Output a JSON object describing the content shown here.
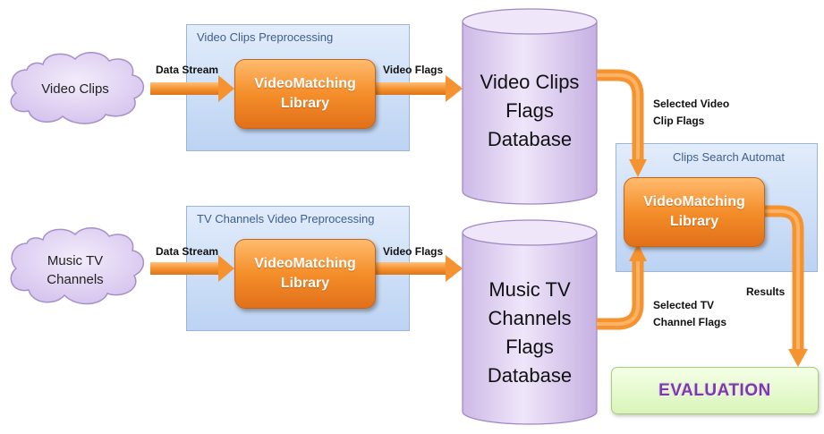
{
  "groups": {
    "video_clips_preprocessing": "Video Clips Preprocessing",
    "tv_channels_preprocessing": "TV Channels Video Preprocessing",
    "clips_search_automat": "Clips Search Automat"
  },
  "sources": {
    "video_clips": "Video Clips",
    "music_tv_channels": "Music TV\nChannels"
  },
  "libraries": {
    "top": "VideoMatching\nLibrary",
    "bottom": "VideoMatching\nLibrary",
    "search": "VideoMatching\nLibrary"
  },
  "databases": {
    "video_clips_flags": "Video Clips\nFlags\nDatabase",
    "music_tv_flags": "Music TV\nChannels\nFlags\nDatabase"
  },
  "labels": {
    "data_stream_top": "Data Stream",
    "video_flags_top": "Video Flags",
    "data_stream_bottom": "Data Stream",
    "video_flags_bottom": "Video Flags",
    "selected_video_clip_flags": "Selected Video\nClip Flags",
    "selected_tv_channel_flags": "Selected TV\nChannel Flags",
    "results": "Results"
  },
  "evaluation": "EVALUATION",
  "colors": {
    "arrow": "#f59331",
    "library": "#f48e2a",
    "group_fill": "#c9dbf5",
    "cylinder": "#ddcdf0",
    "cloud": "#ddcdf0",
    "evaluation_text": "#7a3aa8"
  }
}
